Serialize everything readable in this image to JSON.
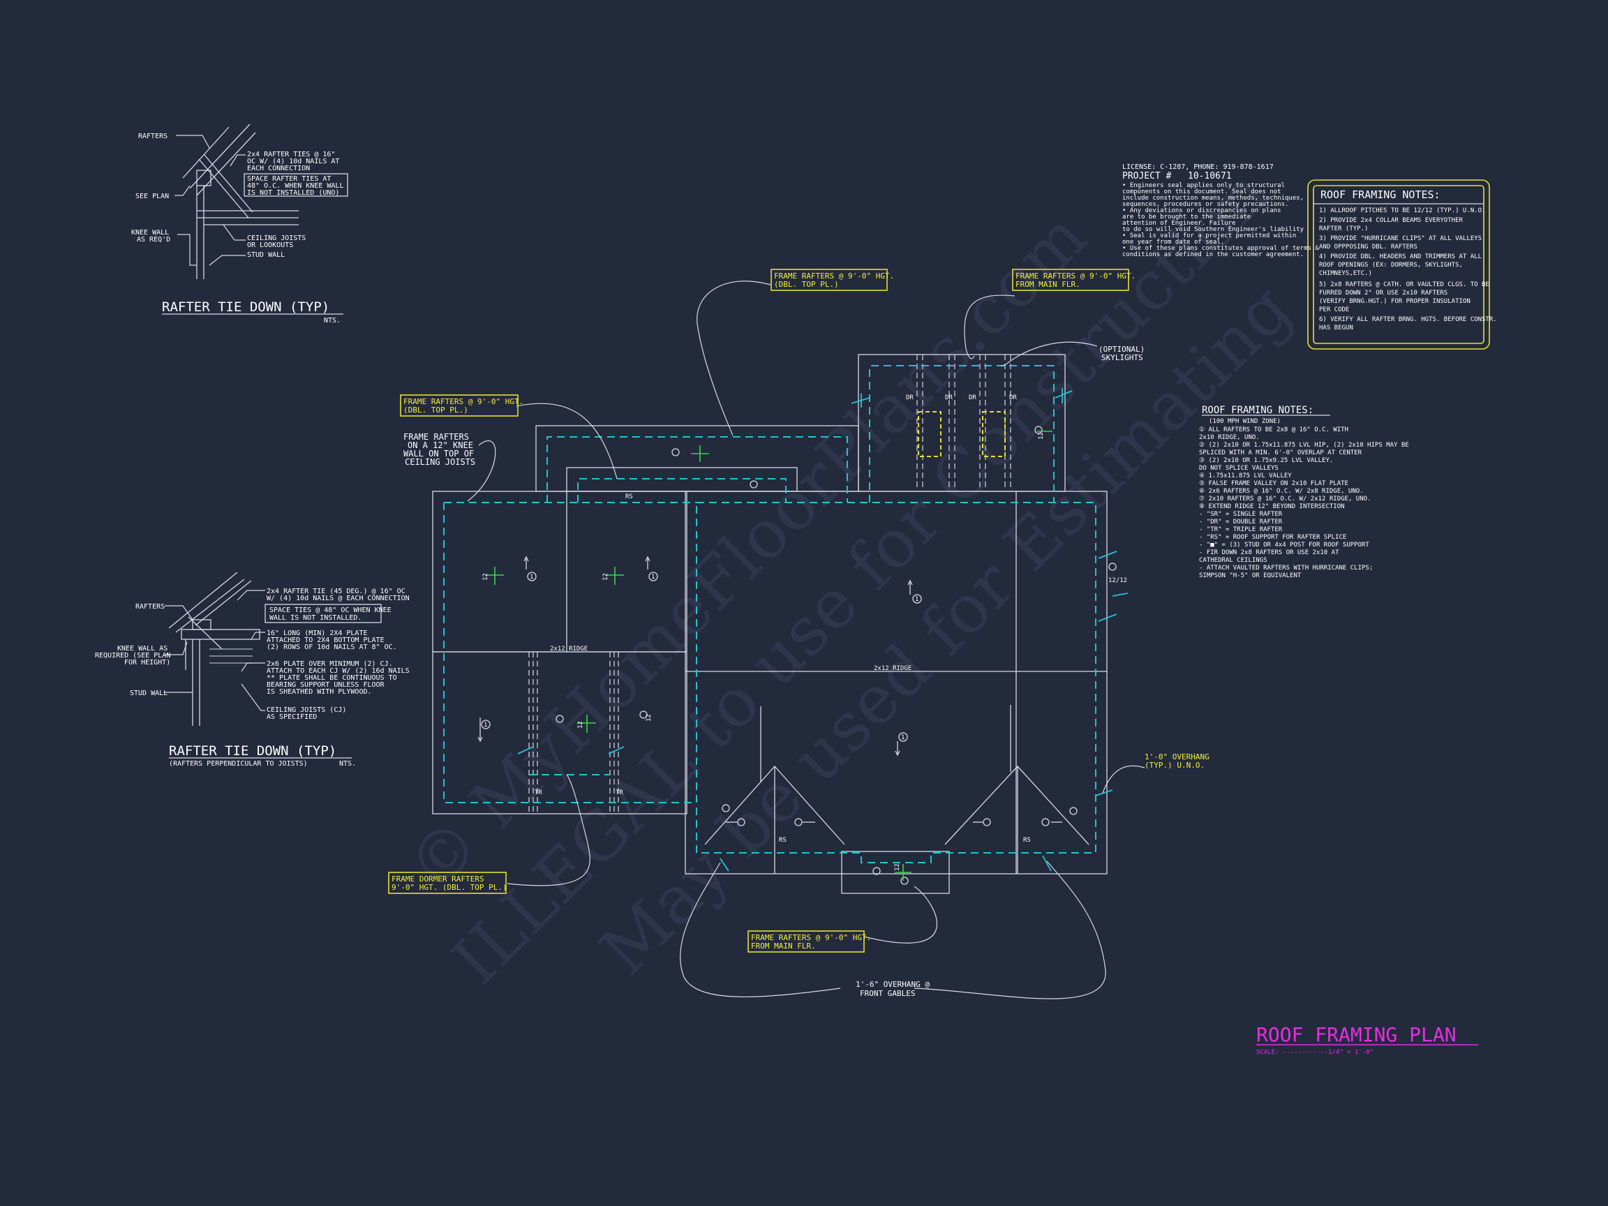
{
  "watermark": {
    "line1": "© MyHomeFloorPlans.com",
    "line2": "ILLEGAL to use for Construction",
    "line3": "May be used for Estimating"
  },
  "detail1": {
    "title": "RAFTER TIE DOWN (TYP)",
    "scale": "NTS.",
    "labels": {
      "rafters": "RAFTERS",
      "see_plan": "SEE PLAN",
      "knee_wall": [
        "KNEE WALL",
        "AS REQ'D"
      ],
      "ties": [
        "2x4 RAFTER TIES @ 16\"",
        "OC W/ (4) 10d NAILS AT",
        "EACH CONNECTION"
      ],
      "space": [
        "SPACE RAFTER TIES AT",
        "48\" O.C. WHEN KNEE WALL",
        "IS NOT INSTALLED (UNO)"
      ],
      "ceiling": [
        "CEILING JOISTS",
        "OR LOOKOUTS"
      ],
      "stud": "STUD WALL"
    }
  },
  "detail2": {
    "title": "RAFTER TIE DOWN (TYP)",
    "subtitle": "(RAFTERS PERPENDICULAR TO JOISTS)",
    "scale": "NTS.",
    "labels": {
      "rafters": "RAFTERS",
      "knee_wall": [
        "KNEE WALL AS",
        "REQUIRED (SEE PLAN",
        "FOR HEIGHT)"
      ],
      "stud": "STUD WALL",
      "ties": [
        "2x4 RAFTER TIE (45 DEG.) @ 16\" OC",
        "W/ (4) 10d NAILS @ EACH CONNECTION"
      ],
      "space": [
        "SPACE TIES @ 48\" OC WHEN KNEE",
        "WALL IS NOT INSTALLED."
      ],
      "plate": [
        "16\" LONG (MIN) 2X4 PLATE",
        "ATTACHED TO 2X4 BOTTOM PLATE",
        "(2) ROWS OF 10d NAILS AT 8\" OC."
      ],
      "plate2": [
        "2x6 PLATE OVER MINIMUM (2) CJ.",
        "ATTACH TO EACH CJ W/ (2) 16d NAILS",
        "** PLATE SHALL BE CONTINUOUS TO",
        "BEARING SUPPORT UNLESS FLOOR",
        "IS SHEATHED WITH PLYWOOD."
      ],
      "ceiling": [
        "CEILING JOISTS (CJ)",
        "AS SPECIFIED"
      ]
    }
  },
  "license": {
    "line": "LICENSE: C-1287, PHONE: 919-878-1617",
    "project_label": "PROJECT #",
    "project_no": "10-10671",
    "bullets": [
      "• Engineers seal applies only to structural",
      "  components on this document. Seal does not",
      "  include construction means, methods, techniques,",
      "  sequences, procedures or safety precautions.",
      "• Any deviations or discrepancies on plans",
      "  are to be brought to the immediate",
      "  attention of Engineer. Failure",
      "  to do so will void Southern Engineer's liability",
      "• Seal is valid for a project permitted within",
      "  one year from date of seal.",
      "• Use of these plans constitutes approval of terms &",
      "  conditions as defined in the customer agreement."
    ]
  },
  "notes_box": {
    "title": "ROOF FRAMING NOTES:",
    "items": [
      "1) ALLROOF PITCHES TO BE 12/12 (TYP.) U.N.O.",
      "2) PROVIDE 2x4 COLLAR BEAMS EVERYOTHER",
      "   RAFTER (TYP.)",
      "3) PROVIDE \"HURRICANE CLIPS\" AT ALL VALLEYS",
      "   AND OPPPOSING DBL. RAFTERS",
      "4) PROVIDE DBL. HEADERS AND TRIMMERS AT ALL",
      "   ROOF OPENINGS (EX: DORMERS, SKYLIGHTS,",
      "   CHIMNEYS,ETC.)",
      "5) 2x8 RAFTERS @ CATH. OR VAULTED CLGS. TO BE",
      "   FURRED DOWN 2\" OR USE 2x10 RAFTERS",
      "   (VERIFY BRNG.HGT.) FOR PROPER INSULATION",
      "   PER CODE",
      "6) VERIFY ALL RAFTER BRNG. HGTS. BEFORE CONSTR.",
      "   HAS BEGUN"
    ]
  },
  "notes_list": {
    "title": "ROOF FRAMING NOTES:",
    "subtitle": "(100 MPH WIND ZONE)",
    "items": [
      "① ALL RAFTERS TO BE 2x8 @ 16\" O.C. WITH",
      "   2x10 RIDGE, UNO.",
      "② (2) 2x10 OR 1.75x11.875 LVL HIP, (2) 2x10 HIPS MAY BE",
      "   SPLICED WITH A MIN. 6'-0\" OVERLAP AT CENTER",
      "③ (2) 2x10 OR 1.75x9.25 LVL VALLEY.",
      "   DO NOT SPLICE VALLEYS",
      "④ 1.75x11.875 LVL VALLEY",
      "⑤ FALSE FRAME VALLEY ON 2x10 FLAT PLATE",
      "⑥ 2x6 RAFTERS @ 16\" O.C. W/ 2x8 RIDGE, UNO.",
      "⑦ 2x10 RAFTERS @ 16\" O.C. W/ 2x12 RIDGE, UNO.",
      "⑧ EXTEND RIDGE 12\" BEYOND INTERSECTION",
      "-  \"SR\" = SINGLE RAFTER",
      "-  \"DR\" = DOUBLE RAFTER",
      "-  \"TR\" = TRIPLE RAFTER",
      "-  \"RS\" = ROOF SUPPORT FOR RAFTER SPLICE",
      "-  \"■\"  = (3) STUD OR 4x4 POST FOR ROOF SUPPORT",
      "-  FIR DOWN 2x8 RAFTERS OR USE 2x10 AT",
      "   CATHEDRAL CEILINGS",
      "-  ATTACH VAULTED RAFTERS WITH HURRICANE CLIPS;",
      "   SIMPSON \"H-5\" OR EQUIVALENT"
    ]
  },
  "callouts": {
    "c1": [
      "FRAME RAFTERS @ 9'-0\" HGT.",
      "(DBL. TOP PL.)"
    ],
    "c2": [
      "FRAME RAFTERS @ 9'-0\" HGT.",
      "FROM MAIN FLR."
    ],
    "c3": [
      "FRAME RAFTERS @ 9'-0\" HGT.",
      "(DBL. TOP PL.)"
    ],
    "c4": [
      "FRAME DORMER RAFTERS",
      "9'-0\" HGT. (DBL. TOP PL.)"
    ],
    "c5": [
      "FRAME RAFTERS @ 9'-0\" HGT.",
      "FROM MAIN FLR."
    ],
    "c6": [
      "1'-0\" OVERHANG",
      "(TYP.) U.N.O."
    ]
  },
  "plan_labels": {
    "knee": [
      "FRAME RAFTERS",
      "ON A 12\" KNEE",
      "WALL ON TOP OF",
      "CEILING JOISTS"
    ],
    "skylights": [
      "(OPTIONAL)",
      "SKYLIGHTS"
    ],
    "overhang": [
      "1'-6\" OVERHANG @",
      "FRONT GABLES"
    ],
    "ridge_a": "2x12 RIDGE",
    "ridge_b": "2x12 RIDGE",
    "rs": "RS",
    "dr": "DR",
    "tr": "TR",
    "pitch": "12",
    "pitch_side": "12/12"
  },
  "plan_title": {
    "title": "ROOF FRAMING PLAN",
    "scale": "SCALE: ------------1/4\" = 1'-0\""
  }
}
